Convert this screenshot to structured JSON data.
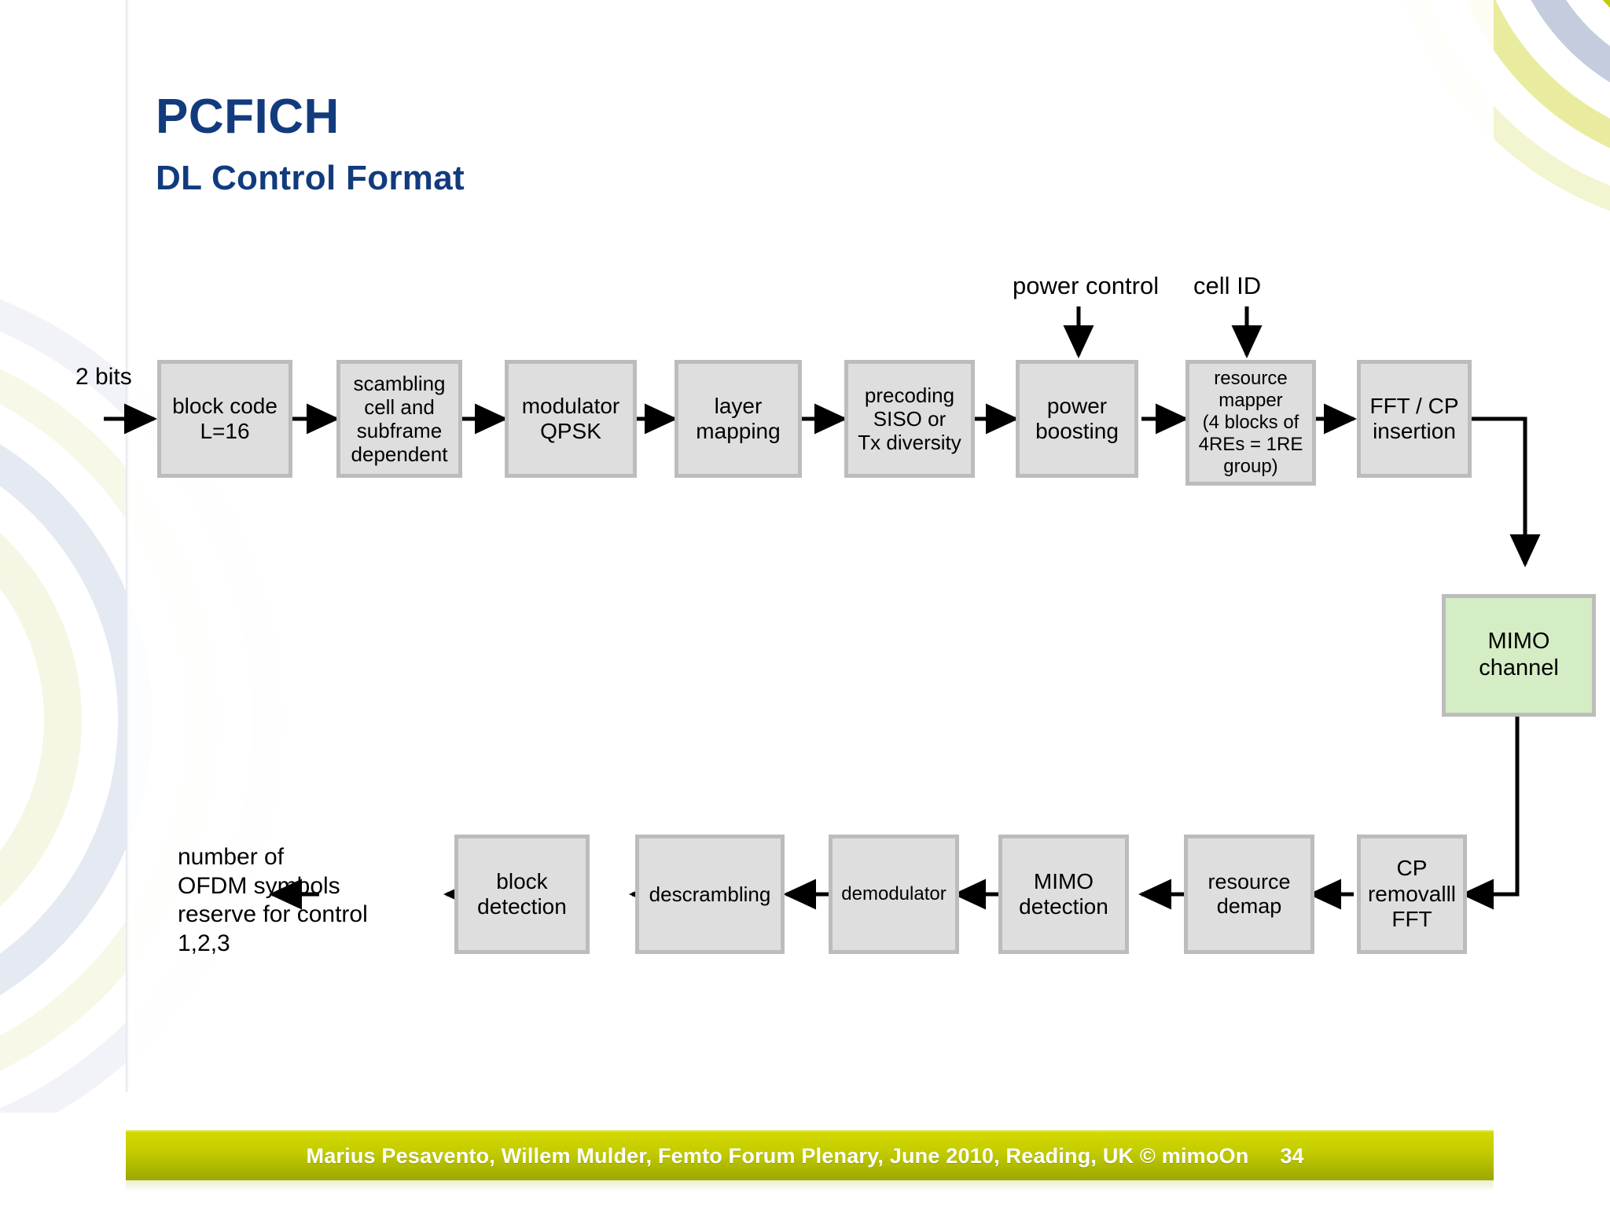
{
  "slide": {
    "title": "PCFICH",
    "subtitle": "DL Control Format",
    "title_color": "#123b7d"
  },
  "footer": {
    "credit": "Marius Pesavento, Willem Mulder, Femto Forum Plenary, June 2010,  Reading, UK    © mimoOn",
    "page_number": "34",
    "bar_color": "#c3cc00",
    "text_color": "#ffffff"
  },
  "diagram": {
    "input_label": "2 bits",
    "output_label": "number of\nOFDM symbols\nreserve for control\n1,2,3",
    "annotations": [
      {
        "id": "power-control",
        "text": "power control"
      },
      {
        "id": "cell-id",
        "text": "cell ID"
      }
    ],
    "tx_chain": [
      {
        "id": "block-code",
        "text": "block code\nL=16"
      },
      {
        "id": "scrambling",
        "text": "scambling\ncell and\nsubframe\ndependent"
      },
      {
        "id": "modulator",
        "text": "modulator\nQPSK"
      },
      {
        "id": "layer-mapping",
        "text": "layer\nmapping"
      },
      {
        "id": "precoding",
        "text": "precoding\nSISO or\nTx diversity"
      },
      {
        "id": "power-boosting",
        "text": "power\nboosting"
      },
      {
        "id": "resource-mapper",
        "text": "resource\nmapper\n(4 blocks of\n4REs = 1RE\ngroup)"
      },
      {
        "id": "fft-cp-insertion",
        "text": "FFT / CP\ninsertion"
      }
    ],
    "channel": {
      "id": "mimo-channel",
      "text": "MIMO\nchannel",
      "fill": "#d4edc4"
    },
    "rx_chain": [
      {
        "id": "cp-removal-fft",
        "text": "CP\nremovalll\nFFT"
      },
      {
        "id": "resource-demap",
        "text": "resource\ndemap"
      },
      {
        "id": "mimo-detection",
        "text": "MIMO\ndetection"
      },
      {
        "id": "demodulator",
        "text": "demodulator"
      },
      {
        "id": "descrambling",
        "text": "descrambling"
      },
      {
        "id": "block-detection",
        "text": "block\ndetection"
      }
    ],
    "box_fill": "#dedede",
    "box_border": "#bcbcbc"
  }
}
